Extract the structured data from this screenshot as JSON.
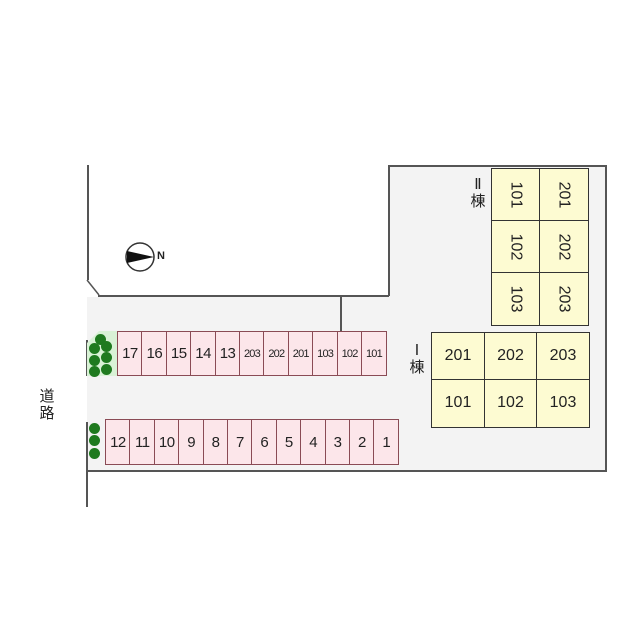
{
  "road_label": [
    "道",
    "路"
  ],
  "compass": {
    "label": "N",
    "icon": "north-arrow-icon"
  },
  "parking_top_row": [
    "17",
    "16",
    "15",
    "14",
    "13",
    "203",
    "202",
    "201",
    "103",
    "102",
    "101"
  ],
  "parking_bottom_row": [
    "12",
    "11",
    "10",
    "9",
    "8",
    "7",
    "6",
    "5",
    "4",
    "3",
    "2",
    "1"
  ],
  "building_2": {
    "label": [
      "Ⅱ",
      "棟"
    ],
    "units": [
      [
        "101",
        "201"
      ],
      [
        "102",
        "202"
      ],
      [
        "103",
        "203"
      ]
    ]
  },
  "building_1": {
    "label": [
      "Ⅰ",
      "棟"
    ],
    "units": [
      [
        "201",
        "202",
        "203"
      ],
      [
        "101",
        "102",
        "103"
      ]
    ]
  },
  "colors": {
    "parking": "#fce6ea",
    "building": "#fdfbd2",
    "tree": "#1f7a1f",
    "site": "#f3f3f3"
  }
}
